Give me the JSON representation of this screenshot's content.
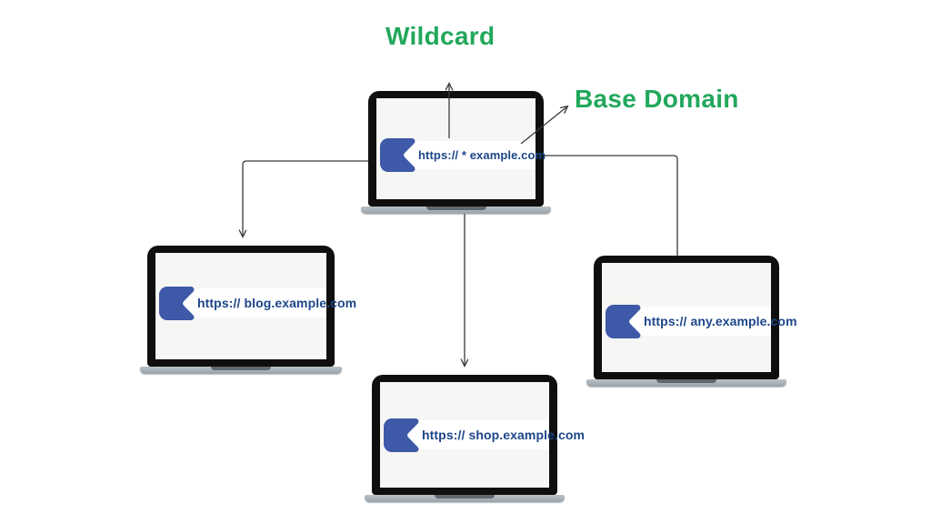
{
  "diagram": {
    "labels": {
      "wildcard": "Wildcard",
      "base_domain": "Base Domain"
    }
  },
  "laptops": [
    {
      "name": "wildcard-base-domain",
      "url": "https:// * example.com"
    },
    {
      "name": "blog-subdomain",
      "url": "https:// blog.example.com"
    },
    {
      "name": "shop-subdomain",
      "url": "https:// shop.example.com"
    },
    {
      "name": "any-subdomain",
      "url": "https:// any.example.com"
    }
  ],
  "colors": {
    "label_green": "#22a85c",
    "url_text_blue": "#1c4689",
    "tag_icon_blue": "#3d59a7",
    "screen_bg": "#f6f6f4",
    "bezel_black": "#0f0f0f",
    "base_gray_light": "#bac2c8",
    "base_gray_dark": "#99a2a9",
    "base_notch": "#60676d",
    "connector": "#3a3a3a",
    "urlbar_bg": "#ffffff"
  }
}
